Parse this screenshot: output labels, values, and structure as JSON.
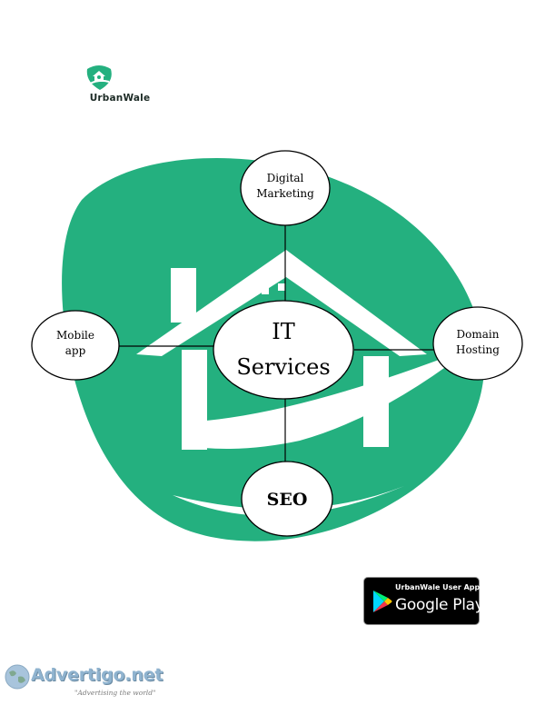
{
  "brand": {
    "name": "UrbanWale",
    "color": "#24b07f"
  },
  "diagram": {
    "center": {
      "lines": [
        "IT",
        "Services"
      ]
    },
    "nodes": {
      "top": {
        "lines": [
          "Digital",
          "Marketing"
        ]
      },
      "left": {
        "lines": [
          "Mobile",
          "app"
        ]
      },
      "right": {
        "lines": [
          "Domain",
          "Hosting"
        ]
      },
      "bottom": {
        "lines": [
          "SEO"
        ]
      }
    },
    "background_color": "#24b07f"
  },
  "play_badge": {
    "small_text": "UrbanWale User App",
    "big_text": "Google Play"
  },
  "watermark": {
    "name": "Advertigo.net",
    "tagline": "\"Advertising  the world\""
  }
}
